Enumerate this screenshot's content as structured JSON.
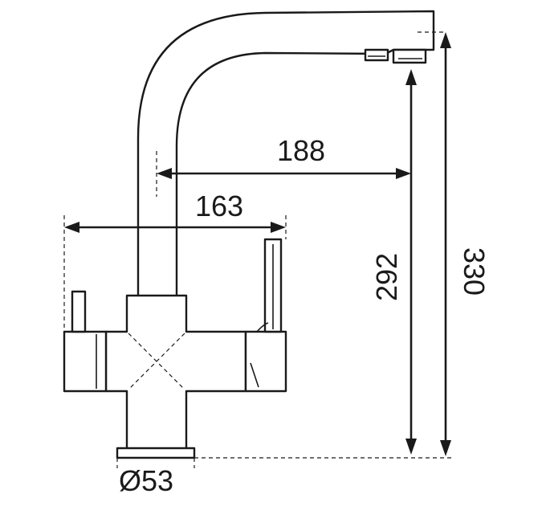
{
  "diagram": {
    "colors": {
      "line": "#1a1a1a",
      "background": "#ffffff"
    },
    "dimensions": {
      "spout_reach": "188",
      "handle_span": "163",
      "spout_height": "292",
      "total_height": "330",
      "base_diameter": "Ø53"
    }
  }
}
